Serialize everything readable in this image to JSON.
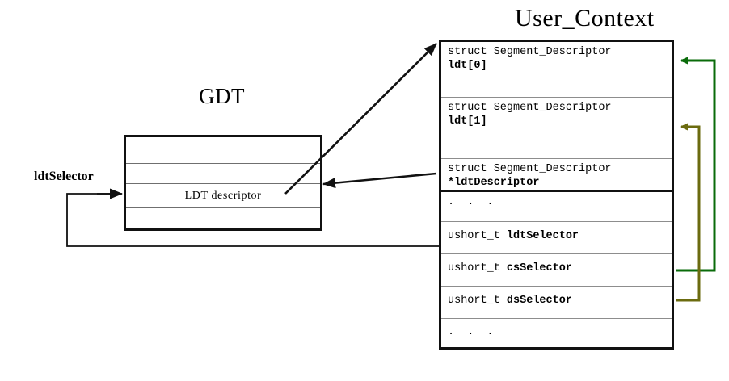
{
  "diagram": {
    "titles": {
      "user_context": "User_Context",
      "gdt": "GDT"
    },
    "labels": {
      "ldt_selector_label": "ldtSelector"
    },
    "colors": {
      "stroke_black": "#111111",
      "divider_gray": "#8d8d8d",
      "arrow_green": "#0a6b0a",
      "arrow_olive": "#6b6b0f",
      "background": "#ffffff"
    },
    "user_context_rows": [
      {
        "name": "ldt-0",
        "type_text": "struct Segment_Descriptor",
        "field_text": "ldt[0]",
        "style": "two-line",
        "height": 69
      },
      {
        "name": "ldt-1",
        "type_text": "struct Segment_Descriptor",
        "field_text": "ldt[1]",
        "style": "two-line",
        "height": 76
      },
      {
        "name": "ldt-descriptor",
        "type_text": "struct Segment_Descriptor",
        "field_text": "*ldtDescriptor",
        "style": "two-line",
        "height": 41,
        "thick_bottom": true
      },
      {
        "name": "ellipsis-upper",
        "ellipsis_text": ". . .",
        "style": "ellipsis",
        "height": 37
      },
      {
        "name": "ldt-selector",
        "type_text": "ushort_t ",
        "field_text": "ldtSelector",
        "style": "inline",
        "height": 40
      },
      {
        "name": "cs-selector",
        "type_text": "ushort_t ",
        "field_text": "csSelector",
        "style": "inline",
        "height": 40
      },
      {
        "name": "ds-selector",
        "type_text": "ushort_t ",
        "field_text": "dsSelector",
        "style": "inline",
        "height": 40
      },
      {
        "name": "ellipsis-lower",
        "ellipsis_text": ". . .",
        "style": "ellipsis",
        "height": 38,
        "last": true
      }
    ],
    "gdt_rows": [
      {
        "name": "gdt-entry-0",
        "label": "",
        "height": 33
      },
      {
        "name": "gdt-entry-1",
        "label": "",
        "height": 25
      },
      {
        "name": "gdt-entry-2",
        "label": "LDT descriptor",
        "height": 30
      },
      {
        "name": "gdt-entry-3",
        "label": "",
        "height": 29,
        "last": true
      }
    ],
    "connectors": [
      {
        "name": "ldt-selector-to-gdt-arrow",
        "color": "#111111",
        "description": "ldtSelector field routes left and up into GDT LDT descriptor row"
      },
      {
        "name": "gdt-to-user-context-arrow",
        "color": "#111111",
        "description": "diagonal arrow from LDT descriptor up to top of User_Context"
      },
      {
        "name": "ldt-descriptor-to-gdt-arrow",
        "color": "#111111",
        "description": "arrow from *ldtDescriptor pointing left into GDT"
      },
      {
        "name": "cs-selector-to-ldt0-arrow",
        "color": "#0a6b0a",
        "description": "csSelector routes right and up to ldt[0]"
      },
      {
        "name": "ds-selector-to-ldt1-arrow",
        "color": "#6b6b0f",
        "description": "dsSelector routes right and up to ldt[1]"
      }
    ]
  }
}
